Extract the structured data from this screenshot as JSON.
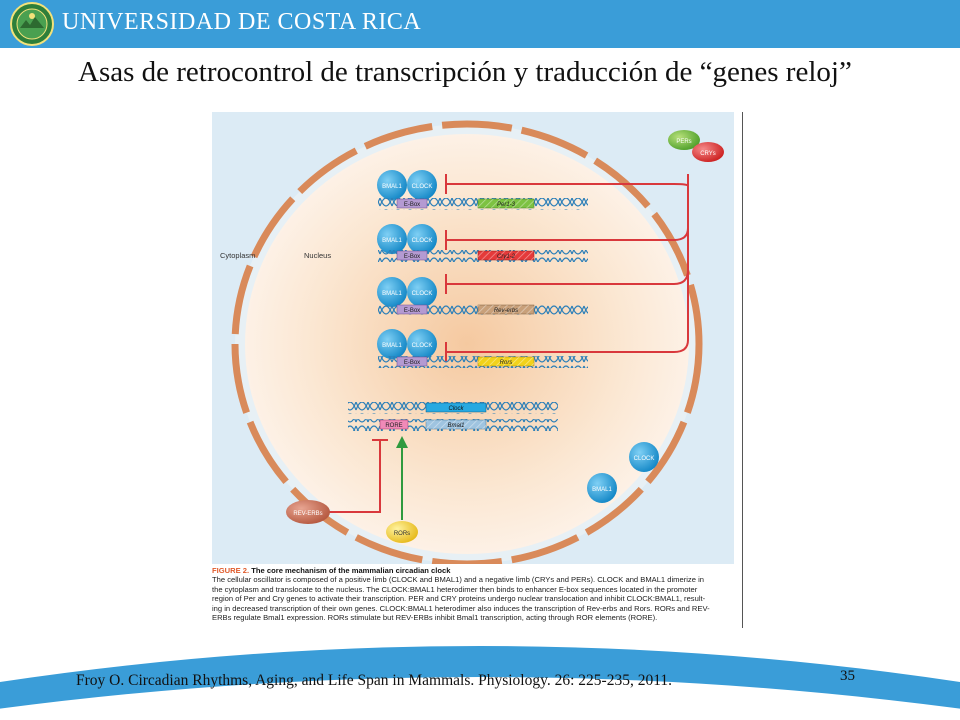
{
  "header": {
    "university": "UNIVERSIDAD DE COSTA RICA"
  },
  "slide": {
    "title": "Asas de retrocontrol de transcripción y traducción de “genes reloj”",
    "page_number": "35",
    "citation": "Froy O.  Circadian Rhythms, Aging, and Life Span in Mammals. Physiology. 26: 225-235, 2011."
  },
  "figure": {
    "labels": {
      "cytoplasm": "Cytoplasm",
      "nucleus": "Nucleus",
      "pers": "PERs",
      "crys": "CRYs",
      "bmal1": "BMAL1",
      "clock": "CLOCK",
      "ebox": "E-Box",
      "rore": "RORE",
      "rev_erbs": "REV-ERBs",
      "rors": "RORs"
    },
    "genes": [
      "Per1-3",
      "Cry1-2",
      "Rev-erbs",
      "Rors"
    ],
    "bottom_genes": {
      "clock": "Clock",
      "bmal1": "Bmal1"
    },
    "colors": {
      "per_gene": "#7dc242",
      "cry_gene": "#e53a3a",
      "rev_gene": "#c8a07a",
      "ror_gene": "#f2d21a",
      "clock_gene": "#27a9e1",
      "bmal1_gene": "#9fc4e0",
      "ebox": "#b49ad2",
      "rore": "#f08ab8",
      "inhibit": "#d9383c",
      "activate": "#2f9a3e"
    }
  },
  "caption": {
    "figure_label": "FIGURE 2.",
    "title": "The core mechanism of the mammalian circadian clock",
    "lines": [
      "The cellular oscillator is composed of a positive limb (CLOCK and BMAL1) and a negative limb (CRYs and PERs). CLOCK and BMAL1 dimerize in",
      "the cytoplasm and translocate to the nucleus. The CLOCK:BMAL1 heterodimer then binds to enhancer E-box sequences located in the promoter",
      "region of Per and Cry genes to activate their transcription. PER and CRY proteins undergo nuclear translocation and inhibit CLOCK:BMAL1, result-",
      "ing in decreased transcription of their own genes. CLOCK:BMAL1 heterodimer also induces the transcription of Rev-erbs and Rors. RORs and REV-",
      "ERBs regulate Bmal1 expression. RORs stimulate but REV-ERBs inhibit Bmal1 transcription, acting through ROR elements (RORE)."
    ]
  }
}
